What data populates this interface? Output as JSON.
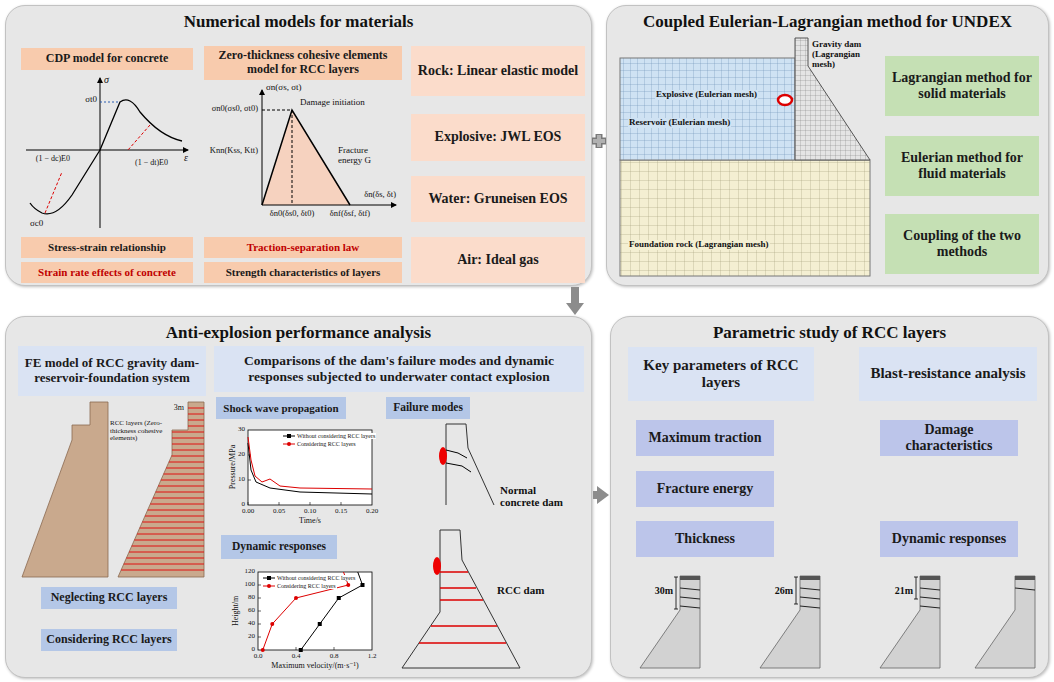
{
  "diagram": {
    "nodes": [
      {
        "text": [
          "Numerical models for materials"
        ]
      },
      {
        "text": [
          "CDP model for concrete"
        ],
        "in": 0
      },
      {
        "text": [
          "Stress-strain relationship"
        ],
        "in": 0
      },
      {
        "text": [
          "Strain rate effects of concrete"
        ],
        "in": 0
      },
      {
        "text": [
          "Zero-thickness cohesive elements model for RCC layers"
        ],
        "in": 0
      },
      {
        "text": [
          "Traction-separation law"
        ],
        "in": 0
      },
      {
        "text": [
          "Strength characteristics of layers"
        ],
        "in": 0
      },
      {
        "text": [
          "Rock: Linear elastic model"
        ],
        "in": 0
      },
      {
        "text": [
          "Explosive: JWL EOS"
        ],
        "in": 0
      },
      {
        "text": [
          "Water: Gruneisen EOS"
        ],
        "in": 0
      },
      {
        "text": [
          "Air: Ideal gas"
        ],
        "in": 0
      },
      {
        "text": [
          "Coupled Eulerian-Lagrangian method for UNDEX"
        ]
      },
      {
        "text": [
          "Lagrangian method for solid materials"
        ],
        "in": 11
      },
      {
        "text": [
          "Eulerian method for fluid materials"
        ],
        "in": 11
      },
      {
        "text": [
          "Coupling of the two methods"
        ],
        "in": 11
      },
      {
        "text": [
          "Anti-explosion performance analysis"
        ]
      },
      {
        "text": [
          "FE model of RCC gravity dam-reservoir-foundation system"
        ],
        "in": 15
      },
      {
        "text": [
          "Neglecting RCC layers"
        ],
        "in": 15
      },
      {
        "text": [
          "Considering RCC layers"
        ],
        "in": 15
      },
      {
        "text": [
          "Comparisons of the dam's failure modes and dynamic responses subjected to underwater contact explosion"
        ],
        "in": 15
      },
      {
        "text": [
          "Shock wave propagation"
        ],
        "in": 15
      },
      {
        "text": [
          "Failure modes"
        ],
        "in": 15
      },
      {
        "text": [
          "Dynamic responses"
        ],
        "in": 15
      },
      {
        "text": [
          "Parametric study of RCC layers"
        ]
      },
      {
        "text": [
          "Key parameters of RCC layers"
        ],
        "in": 23
      },
      {
        "text": [
          "Blast-resistance analysis"
        ],
        "in": 23
      },
      {
        "text": [
          "Maximum traction"
        ],
        "in": 23
      },
      {
        "text": [
          "Fracture energy"
        ],
        "in": 23
      },
      {
        "text": [
          "Thickness"
        ],
        "in": 23
      },
      {
        "text": [
          "Damage characteristics"
        ],
        "in": 23
      },
      {
        "text": [
          "Dynamic responses"
        ],
        "in": 23
      }
    ],
    "edges": [
      {
        "from": 0,
        "to": 15,
        "arrow": "to"
      },
      {
        "from": 15,
        "to": 23,
        "arrow": "to"
      }
    ],
    "labels": [
      "σ",
      "ε",
      "σt0",
      "σc0",
      "(1 − dt)E0",
      "(1 − dc)E0",
      "σn(σs, σt)",
      "σn0(σs0, σt0)",
      "Damage initiation",
      "Knn(Kss, Ktt)",
      "Fracture energy G",
      "δn(δs, δt)",
      "δn0(δs0, δt0)",
      "δnf(δsf, δtf)",
      "Gravity dam (Lagrangian mesh)",
      "Explosive (Eulerian mesh)",
      "Reservoir (Eulerian mesh)",
      "Foundation rock (Lagrangian mesh)",
      "3m",
      "RCC layers (Zero-thickness cohesive elements)",
      "Pressure/MPa",
      "0",
      "10",
      "20",
      "30",
      "0.00",
      "0.05",
      "0.10",
      "0.15",
      "0.20",
      "Time/s",
      "Height/m",
      "0",
      "20",
      "40",
      "60",
      "80",
      "100",
      "120",
      "0.0",
      "0.4",
      "0.8",
      "1.2",
      "Maximum velocity/(m·s⁻¹)",
      "Normal concrete dam",
      "RCC dam",
      "30m",
      "26m",
      "21m"
    ],
    "legend": [
      {
        "text": "Without considering RCC layers"
      },
      {
        "text": "Considering RCC layers"
      },
      {
        "text": "Without considering RCC layers"
      },
      {
        "text": "Considering RCC layers"
      }
    ]
  }
}
